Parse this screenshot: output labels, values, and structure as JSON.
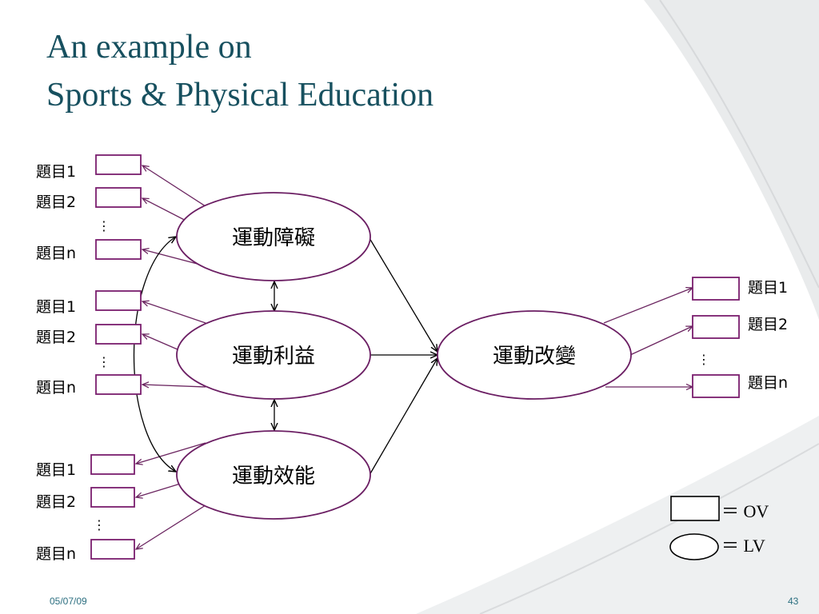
{
  "slide": {
    "title_line1": "An example on",
    "title_line2": "Sports & Physical Education",
    "footer_date": "05/07/09",
    "page_number": "43"
  },
  "diagram": {
    "latent": {
      "barrier": "運動障礙",
      "benefit": "運動利益",
      "efficacy": "運動效能",
      "change": "運動改變"
    },
    "item_labels": {
      "item1": "題目1",
      "item2": "題目2",
      "itemn": "題目n"
    },
    "ellipsis": "⋮",
    "legend": {
      "ov": "＝ OV",
      "lv": "＝ LV"
    }
  },
  "colors": {
    "title": "#17505f",
    "box_border": "#7a1e6e",
    "arrow": "#6b2560",
    "footer": "#2c6f80"
  }
}
